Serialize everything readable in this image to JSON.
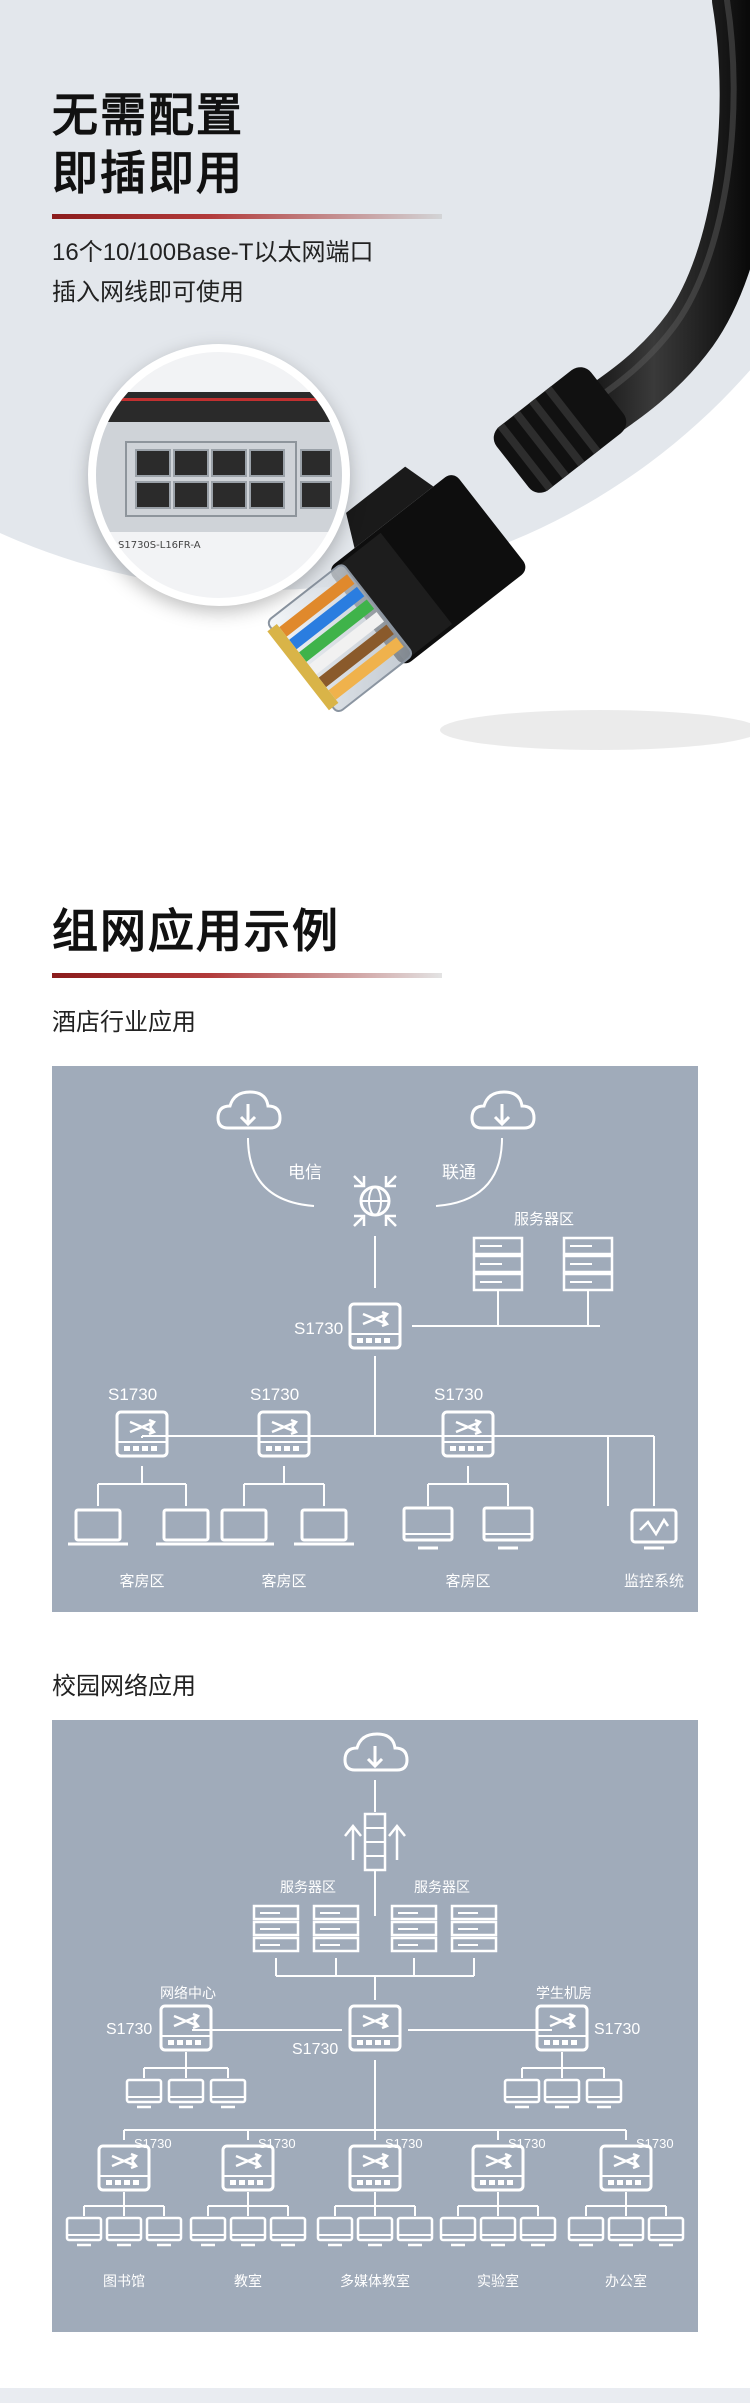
{
  "hero": {
    "title_line1": "无需配置",
    "title_line2": "即插即用",
    "desc_line1": "16个10/100Base-T以太网端口",
    "desc_line2": "插入网线即可使用",
    "device_caption": "S1730S-L16FR-A"
  },
  "section": {
    "title": "组网应用示例",
    "hotel_label": "酒店行业应用",
    "campus_label": "校园网络应用"
  },
  "hotel": {
    "isp_left": "电信",
    "isp_right": "联通",
    "server_zone": "服务器区",
    "core_switch": "S1730",
    "switches": [
      "S1730",
      "S1730",
      "S1730"
    ],
    "zones": [
      "客房区",
      "客房区",
      "客房区",
      "监控系统"
    ]
  },
  "campus": {
    "server_zones": [
      "服务器区",
      "服务器区"
    ],
    "core_switch": "S1730",
    "side_left_title": "网络中心",
    "side_left_switch": "S1730",
    "side_right_title": "学生机房",
    "side_right_switch": "S1730",
    "switches": [
      "S1730",
      "S1730",
      "S1730",
      "S1730",
      "S1730"
    ],
    "zones": [
      "图书馆",
      "教室",
      "多媒体教室",
      "实验室",
      "办公室"
    ]
  },
  "colors": {
    "accent": "#8b1c1c",
    "panel": "#a0abba",
    "hero_bg": "#e3e7ec"
  }
}
